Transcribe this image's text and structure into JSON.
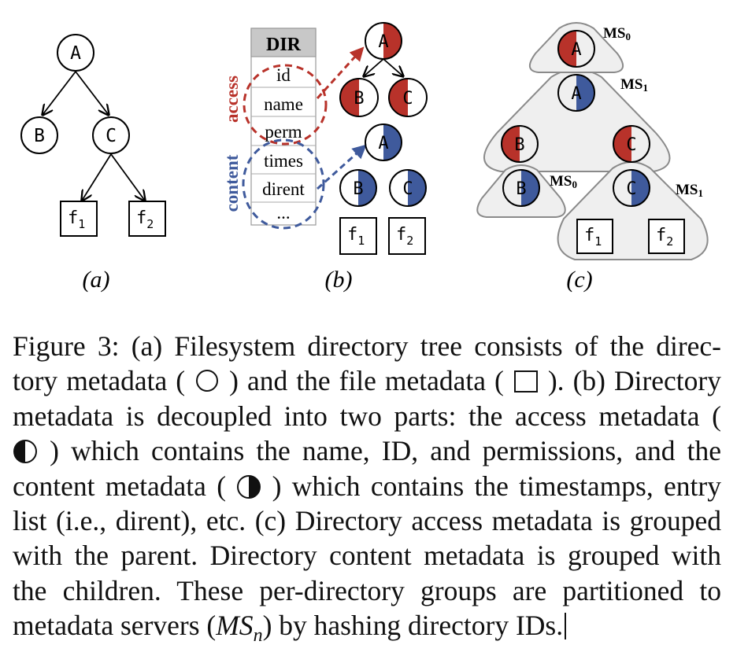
{
  "panels": {
    "a": {
      "label": "(a)",
      "nodes": {
        "A": "A",
        "B": "B",
        "C": "C"
      },
      "files": [
        {
          "base": "f",
          "sub": "1"
        },
        {
          "base": "f",
          "sub": "2"
        }
      ]
    },
    "b": {
      "label": "(b)",
      "table_header": "DIR",
      "table_rows": [
        "id",
        "name",
        "perm",
        "times",
        "dirent",
        "..."
      ],
      "access_label": "access",
      "content_label": "content",
      "access_tree": {
        "A": "A",
        "B": "B",
        "C": "C"
      },
      "content_tree": {
        "A": "A",
        "B": "B",
        "C": "C"
      },
      "files": [
        {
          "base": "f",
          "sub": "1"
        },
        {
          "base": "f",
          "sub": "2"
        }
      ]
    },
    "c": {
      "label": "(c)",
      "groups": [
        {
          "base": "MS",
          "sub": "0"
        },
        {
          "base": "MS",
          "sub": "1"
        },
        {
          "base": "MS",
          "sub": "0"
        },
        {
          "base": "MS",
          "sub": "1"
        }
      ],
      "nodes": {
        "A_top": "A",
        "A_mid": "A",
        "B_mid": "B",
        "C_mid": "C",
        "B_low": "B",
        "C_low": "C"
      },
      "files": [
        {
          "base": "f",
          "sub": "1"
        },
        {
          "base": "f",
          "sub": "2"
        }
      ]
    }
  },
  "caption": {
    "lines": [
      "Figure 3:  (a) Filesystem directory tree consists of the direc-",
      [
        "tory metadata ( ",
        "circle-icon",
        " ) and the file metadata ( ",
        "square-icon",
        " ). (b) Directory"
      ],
      "metadata is decoupled into two parts: the access metadata (",
      [
        "",
        "half-left-icon",
        " ) which contains the name, ID, and permissions, and the"
      ],
      [
        "content metadata ( ",
        "half-right-icon",
        " ) which contains the timestamps, entry"
      ],
      "list (i.e., dirent), etc. (c) Directory access metadata is grouped",
      "with the parent. Directory content metadata is grouped with",
      "the children. These per-directory groups are partitioned to",
      [
        "metadata servers (",
        "MS_n",
        ") by hashing directory IDs."
      ]
    ],
    "ms_n": {
      "base": "MS",
      "sub": "n"
    }
  },
  "colors": {
    "red": "#b8322a",
    "blue": "#3f5a9c",
    "group_fill": "#efefef",
    "group_stroke": "#8a8a8a",
    "table_header": "#c8c8c8"
  }
}
